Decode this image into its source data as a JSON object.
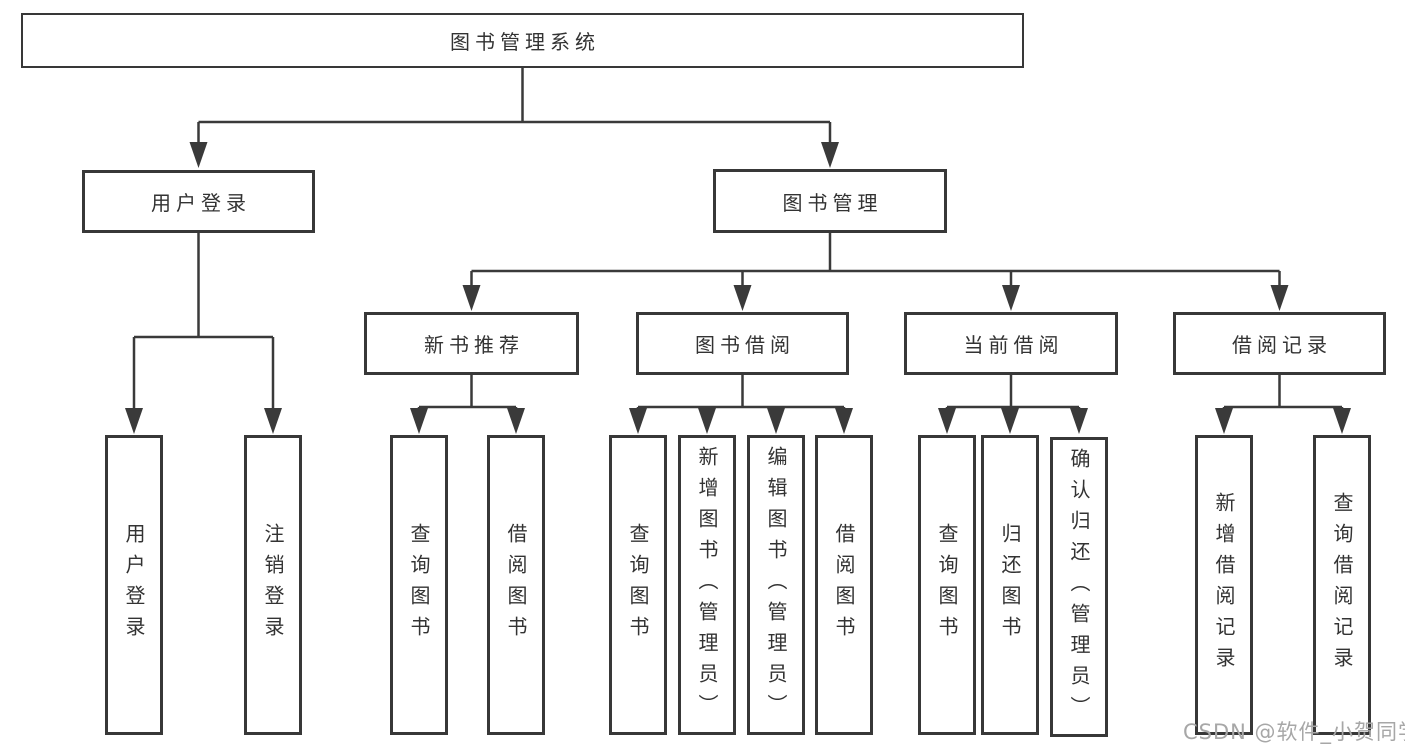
{
  "tree": {
    "root": "图书管理系统",
    "branches": [
      {
        "label": "用户登录",
        "leaves": [
          "用户登录",
          "注销登录"
        ]
      },
      {
        "label": "图书管理",
        "children": [
          {
            "label": "新书推荐",
            "leaves": [
              "查询图书",
              "借阅图书"
            ]
          },
          {
            "label": "图书借阅",
            "leaves": [
              "查询图书",
              "新增图书（管理员）",
              "编辑图书（管理员）",
              "借阅图书"
            ]
          },
          {
            "label": "当前借阅",
            "leaves": [
              "查询图书",
              "归还图书",
              "确认归还（管理员）"
            ]
          },
          {
            "label": "借阅记录",
            "leaves": [
              "新增借阅记录",
              "查询借阅记录"
            ]
          }
        ]
      }
    ]
  },
  "watermark": "CSDN @软件_小贺同学",
  "colors": {
    "line": "#3a3a3a",
    "border": "#383838",
    "text": "#333333",
    "background": "#ffffff",
    "watermark": "#a7a7a7"
  }
}
